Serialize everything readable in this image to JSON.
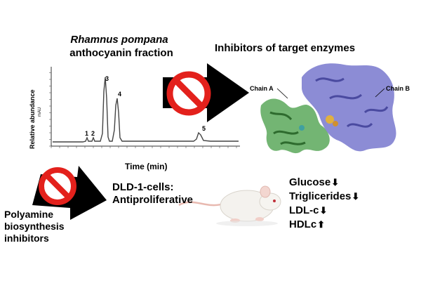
{
  "chromatogram": {
    "title_italic": "Rhamnus pompana",
    "title": "anthocyanin fraction",
    "ylabel_outer": "Relative abundance",
    "ylabel_inner": "mAU",
    "xlabel": "Time (min)",
    "peak_labels": [
      "1",
      "2",
      "3",
      "4",
      "5"
    ]
  },
  "enzyme_panel": {
    "title": "Inhibitors of target enzymes",
    "chain_a": "Chain A",
    "chain_b": "Chain B"
  },
  "cell_panel": {
    "line1": "DLD-1-cells:",
    "line2": "Antiproliferative"
  },
  "polyamine_panel": {
    "line1": "Polyamine",
    "line2": "biosynthesis",
    "line3": "inhibitors"
  },
  "effects": [
    {
      "label": "Glucose",
      "direction": "down"
    },
    {
      "label": "Triglicerides",
      "direction": "down"
    },
    {
      "label": "LDL-c",
      "direction": "down"
    },
    {
      "label": "HDLc",
      "direction": "up"
    }
  ],
  "colors": {
    "prohibition_red": "#e3211c",
    "arrow_black": "#000000",
    "chain_a_green": "#5aa85a",
    "chain_b_blue": "#8080d0",
    "trace": "#444444"
  }
}
